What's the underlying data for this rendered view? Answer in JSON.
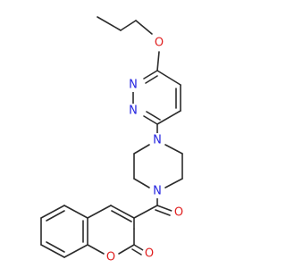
{
  "molecule": {
    "atoms": {
      "o_propoxy": "O",
      "n_pyridazine_1": "N",
      "n_pyridazine_2": "N",
      "n_piperazine_top": "N",
      "n_piperazine_bottom": "N",
      "o_carbonyl": "O",
      "o_ring": "O",
      "o_lactone": "O"
    }
  },
  "colors": {
    "bond": "#2b2b2b",
    "nitrogen": "#2323e0",
    "oxygen": "#e02020",
    "background": "#ffffff"
  }
}
